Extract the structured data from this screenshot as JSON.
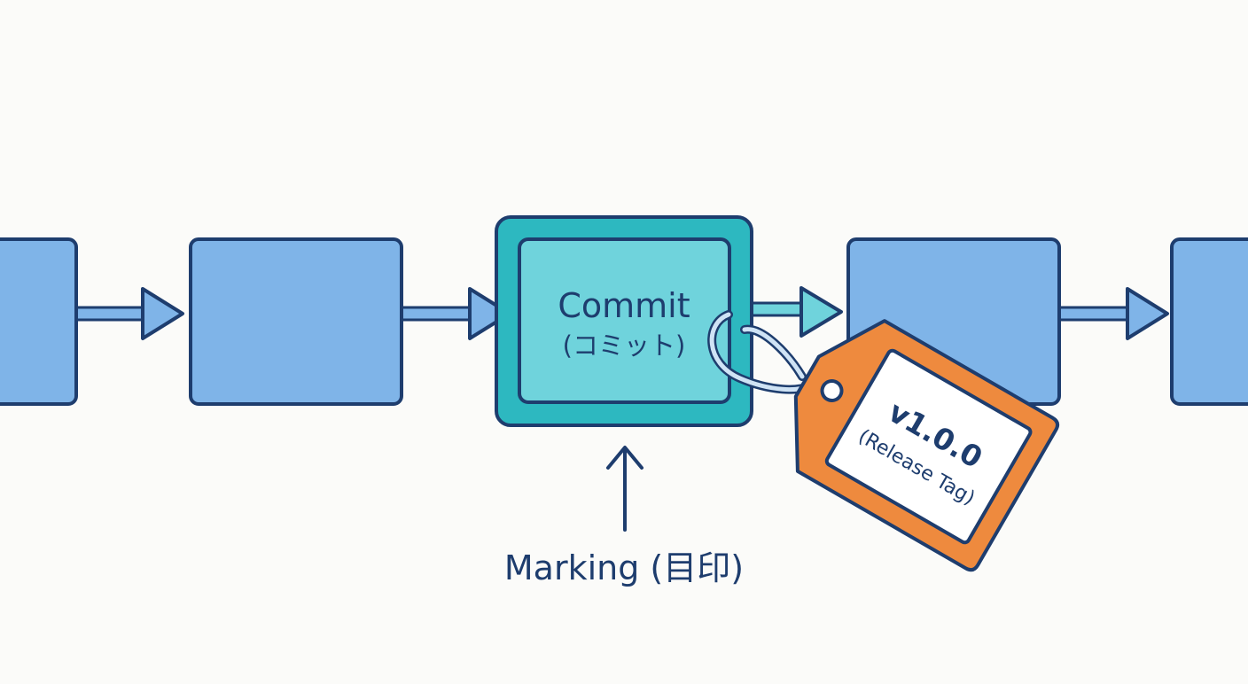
{
  "colors": {
    "background": "#fbfbf9",
    "outline": "#1e3d6e",
    "commit_box_fill": "#7fb4e8",
    "highlighted_commit_outer": "#2db8c0",
    "highlighted_commit_inner": "#6fd3dc",
    "tag_fill": "#ee8a3e",
    "tag_label_fill": "#ffffff",
    "ring": "#cfe3f5",
    "arrow_fill": "#7fb4e8"
  },
  "commit": {
    "label": "Commit",
    "sublabel": "(コミット)"
  },
  "tag": {
    "version": "v1.0.0",
    "sublabel": "(Release Tag)"
  },
  "marker": {
    "label": "Marking (目印)",
    "icon": "arrow-up-icon"
  }
}
